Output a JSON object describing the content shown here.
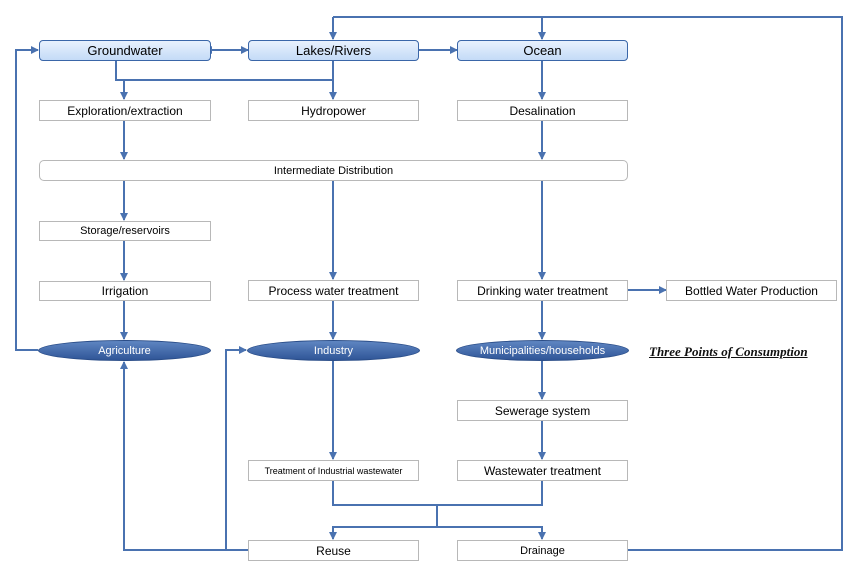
{
  "sources": {
    "groundwater": "Groundwater",
    "lakes_rivers": "Lakes/Rivers",
    "ocean": "Ocean"
  },
  "processes": {
    "exploration": "Exploration/extraction",
    "hydropower": "Hydropower",
    "desalination": "Desalination",
    "intermediate": "Intermediate Distribution",
    "storage": "Storage/reservoirs",
    "irrigation": "Irrigation",
    "process_treatment": "Process water treatment",
    "drinking_treatment": "Drinking water treatment",
    "bottled": "Bottled Water Production",
    "sewerage": "Sewerage system",
    "industrial_wastewater": "Treatment of Industrial wastewater",
    "wastewater_treatment": "Wastewater treatment",
    "reuse": "Reuse",
    "drainage": "Drainage"
  },
  "consumption": {
    "agriculture": "Agriculture",
    "industry": "Industry",
    "municipalities": "Municipalities/households",
    "caption": "Three  Points of Consumption"
  },
  "colors": {
    "line": "#4a72b0",
    "source_fill": "#cfe0f8",
    "ellipse_fill": "#3a62a5"
  }
}
